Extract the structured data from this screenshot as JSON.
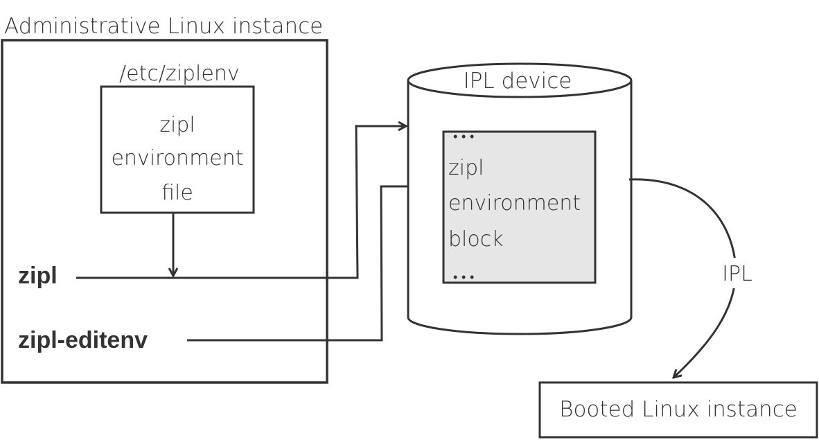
{
  "admin_instance": {
    "title": "Administrative Linux instance"
  },
  "env_file": {
    "path_label": "/etc/ziplenv",
    "lines": [
      "zipl",
      "environment",
      "file"
    ]
  },
  "commands": {
    "zipl": "zipl",
    "zipl_editenv": "zipl-editenv"
  },
  "ipl_device": {
    "label": "IPL device",
    "block_dots_top": "• • •",
    "block_lines": [
      "zipl",
      "environment",
      "block"
    ],
    "block_dots_bottom": "• • •"
  },
  "ipl_arrow": {
    "label": "IPL"
  },
  "booted_instance": {
    "label": "Booted Linux instance"
  },
  "colors": {
    "stroke": "#333333",
    "block_fill": "#e6e6e6",
    "text": "#333333"
  }
}
